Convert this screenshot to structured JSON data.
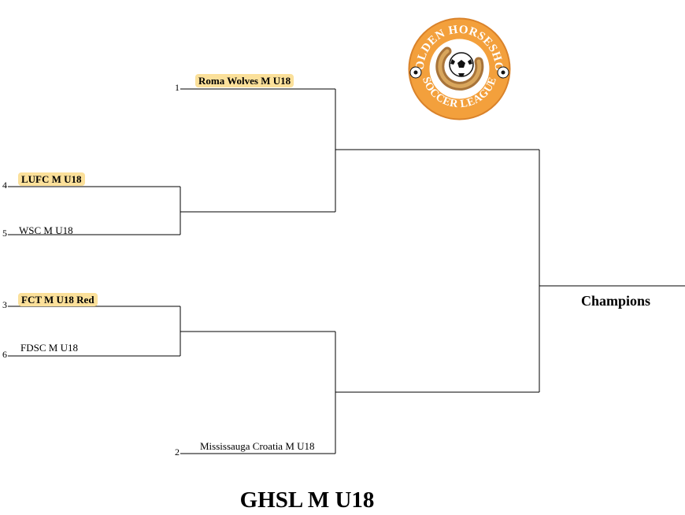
{
  "title": "GHSL M U18",
  "champions_label": "Champions",
  "logo": {
    "text_top": "GOLDEN HORSESHOE",
    "text_bottom": "SOCCER LEAGUE",
    "ring_color": "#f3a03c",
    "icon": "horseshoe-soccer-ball-icon"
  },
  "colors": {
    "winner_highlight": "#fbe09a",
    "line": "#000000"
  },
  "teams": [
    {
      "seed": "1",
      "name": "Roma Wolves M U18",
      "winner": true
    },
    {
      "seed": "4",
      "name": "LUFC M U18",
      "winner": true
    },
    {
      "seed": "5",
      "name": "WSC M U18",
      "winner": false
    },
    {
      "seed": "3",
      "name": "FCT M U18 Red",
      "winner": true
    },
    {
      "seed": "6",
      "name": "FDSC M U18",
      "winner": false
    },
    {
      "seed": "2",
      "name": "Mississauga Croatia M U18",
      "winner": false
    }
  ]
}
